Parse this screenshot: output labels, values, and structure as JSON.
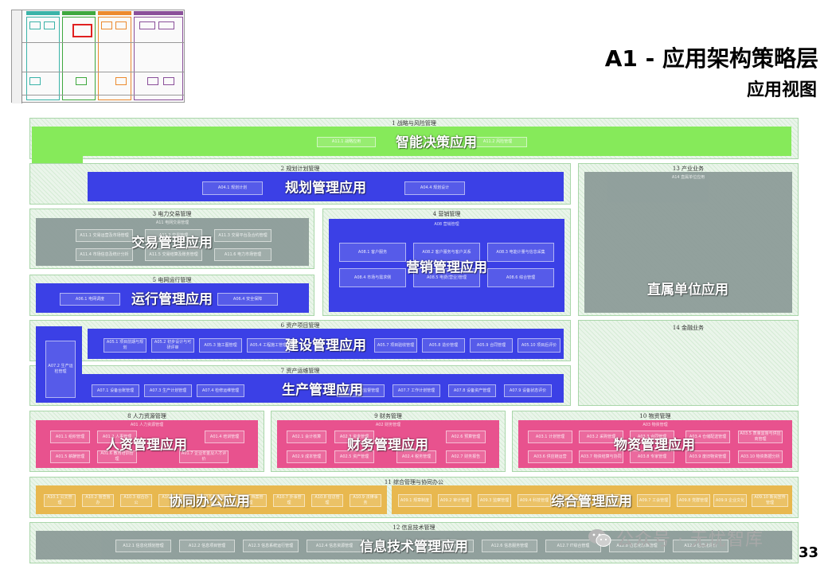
{
  "header": {
    "title": "A1 - 应用架构策略层",
    "subtitle": "应用视图",
    "page_number": "33",
    "watermark": "公众号 · 无忧智库"
  },
  "domains": {
    "d1": "1 战略与风险管理",
    "d2": "2 规划计划管理",
    "d3": "3 电力交易管理",
    "d4": "4 营销管理",
    "d5": "5 电网运行管理",
    "d6": "6 资产项目管理",
    "d7": "7 资产运维管理",
    "d8": "8 人力资源管理",
    "d9": "9 财务管理",
    "d10": "10 物资管理",
    "d11": "11 综合管理与协同办公",
    "d12": "12 信息技术管理",
    "d13": "13 产业业务",
    "d14": "14 金融业务"
  },
  "apps": {
    "decision": "智能决策应用",
    "planning": "规划管理应用",
    "trading": "交易管理应用",
    "marketing": "营销管理应用",
    "operation": "运行管理应用",
    "construction": "建设管理应用",
    "production": "生产管理应用",
    "hr": "人资管理应用",
    "finance": "财务管理应用",
    "material": "物资管理应用",
    "office": "协同办公应用",
    "integrated": "综合管理应用",
    "it": "信息技术管理应用",
    "subsidiary": "直属单位应用"
  },
  "sub_headers": {
    "trading": "A11 电网交易管理",
    "marketing": "A08 营销管理",
    "hr": "A01 人力资源管理",
    "finance": "A02 财务管理",
    "material": "A03 物资管理",
    "subsidiary": "A14 直属单位应用"
  },
  "modules": {
    "decision": [
      "A11.1 战略应用",
      "A11.2 风险管理"
    ],
    "planning": [
      "A04.1 规划计划",
      "A04.4 规划设计"
    ],
    "trading": [
      "A11.1 交易运营及市场管理",
      "A11.2 交易管理",
      "A11.3 交易平台及合约管理",
      "A11.4 市场信息及统计分析",
      "A11.5 交易结算及账务管理",
      "A11.6 电力市场管理"
    ],
    "marketing": [
      "A08.1 客户服务",
      "A08.2 客户服务与客户关系",
      "A08.3 电能计量与信息采集",
      "A08.4 市场与需求侧",
      "A08.5 电费(营业)管理",
      "A08.6 综合管理"
    ],
    "operation": [
      "A06.1 电网调度",
      "A06.4 安全保障"
    ],
    "construction": [
      "A05.1 项目前期与规划",
      "A05.2 初步设计与可研评审",
      "A05.3 施工图管理",
      "A05.4 工程施工管理",
      "A05.7 项目验收管理",
      "A05.8 造价管理",
      "A05.9 合同管理",
      "A05.10 项目后评价"
    ],
    "production": [
      "A07.1 设备台账管理",
      "A07.3 生产计划管理",
      "A07.4 检修运维管理",
      "A07.6 技术监督管理",
      "A07.7 工作计划管理",
      "A07.8 设备资产管理",
      "A07.9 设备状态评价"
    ],
    "production_left": "A07.2 生产运检管理",
    "hr": [
      "A01.1 组织管理",
      "A01.2 人事管理",
      "A01.4 培训管理",
      "A01.5 薪酬管理",
      "A01.6 教育培训管理",
      "A01.7 企业年金及人才评价"
    ],
    "finance": [
      "A02.1 会计核算",
      "A02.3 资金管理",
      "A02.6 预算管理",
      "A02.9 成本管理",
      "A02.5 资产管理",
      "A02.4 税务管理",
      "A02.7 财务报告"
    ],
    "material": [
      "A03.1 计划管理",
      "A03.2 采购管理",
      "A03.3 合同管理",
      "A03.4 仓储配送管理",
      "A03.5 质量监督与供应商管理",
      "A03.6 供应链运营",
      "A03.7 物资结算与协同",
      "A03.8 专家管理",
      "A03.9 废旧物资管理",
      "A03.10 物资数据分析"
    ],
    "office": [
      "A10.1 公文管理",
      "A10.2 督查督办",
      "A10.3 综合办公",
      "A10.4 会议管理",
      "A10.5 车辆管理",
      "A10.6 档案管理",
      "A10.7 外事管理",
      "A10.8 信访管理",
      "A10.9 法律事务"
    ],
    "integrated": [
      "A09.1 规章制度",
      "A09.2 审计管理",
      "A09.3 监察管理",
      "A09.4 科技管理",
      "A09.5 安全管理",
      "A09.6 后勤管理",
      "A09.7 工会管理",
      "A09.8 党群管理",
      "A09.9 企业文化",
      "A09.10 新闻宣传管理"
    ],
    "it": [
      "A12.1 信息化规划管理",
      "A12.2 信息项目管理",
      "A12.3 信息系统运行管理",
      "A12.4 信息资源管理",
      "A12.5 信息安全管理",
      "A12.6 信息服务管理",
      "A12.7 IT综合管理",
      "A12.8 信息化标准管理",
      "A12.9 信息化评价"
    ]
  },
  "colors": {
    "blue": "#3b40e6",
    "gray": "#8d9c99",
    "pink": "#e8528e",
    "gold": "#e8b84f",
    "green": "#86ea5a",
    "domain_bg": "#eaf5ea"
  }
}
